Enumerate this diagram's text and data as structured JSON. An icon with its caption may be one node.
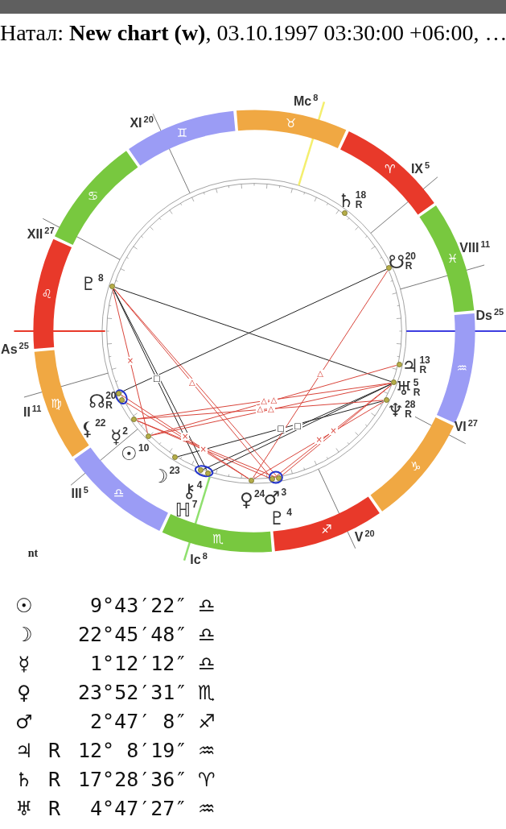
{
  "diagram": {
    "title": "Натал: **New chart (w)**, 03.10.1997 03:30:00 +06:00, …",
    "nodes": [
      {
        "text": [
          "♈"
        ]
      },
      {
        "text": [
          "♉"
        ]
      },
      {
        "text": [
          "♊"
        ]
      },
      {
        "text": [
          "♋"
        ]
      },
      {
        "text": [
          "♌"
        ]
      },
      {
        "text": [
          "♍"
        ]
      },
      {
        "text": [
          "♎"
        ]
      },
      {
        "text": [
          "♏"
        ]
      },
      {
        "text": [
          "♐"
        ]
      },
      {
        "text": [
          "♑"
        ]
      },
      {
        "text": [
          "♒"
        ]
      },
      {
        "text": [
          "♓"
        ]
      },
      {
        "text": [],
        "shape": "circle",
        "beside": [
          "♄",
          "18",
          "R"
        ]
      },
      {
        "text": [],
        "shape": "circle",
        "beside": [
          "☋",
          "20",
          "R"
        ]
      },
      {
        "text": [],
        "shape": "circle",
        "beside": [
          "♇",
          "8"
        ]
      },
      {
        "text": [],
        "shape": "circle",
        "beside": [
          "♃",
          "13",
          "R"
        ]
      },
      {
        "text": [],
        "shape": "circle",
        "beside": [
          "♅",
          "5",
          "R"
        ]
      },
      {
        "text": [],
        "shape": "circle",
        "beside": [
          "♆",
          "28",
          "R"
        ]
      },
      {
        "text": [],
        "shape": "circle",
        "beside": [
          "☊",
          "20",
          "R"
        ]
      },
      {
        "text": [],
        "shape": "circle",
        "beside": [
          "⚸",
          "22"
        ]
      },
      {
        "text": [],
        "shape": "circle",
        "beside": [
          "☿",
          "2"
        ]
      },
      {
        "text": [],
        "shape": "circle",
        "beside": [
          "☉",
          "10"
        ]
      },
      {
        "text": [],
        "shape": "circle",
        "beside": [
          "☽",
          "23"
        ]
      },
      {
        "text": [],
        "shape": "circle",
        "beside": [
          "⚷",
          "4"
        ]
      },
      {
        "text": [],
        "shape": "circle",
        "beside": [
          "ℍ",
          "7"
        ]
      },
      {
        "text": [],
        "shape": "circle",
        "beside": [
          "♀",
          "24"
        ]
      },
      {
        "text": [],
        "shape": "circle",
        "beside": [
          "♂",
          "3"
        ]
      },
      {
        "text": [],
        "shape": "circle",
        "beside": [
          "♇",
          "4"
        ]
      }
    ],
    "edges": [
      {
        "from": 14,
        "to": 16,
        "arrow": "none",
        "color": "#222222"
      },
      {
        "from": 14,
        "to": 23,
        "arrow": "none",
        "label": "□",
        "color": "#222222"
      },
      {
        "from": 14,
        "to": 24,
        "arrow": "none",
        "color": "#222222"
      },
      {
        "from": 18,
        "to": 13,
        "arrow": "none",
        "color": "#222222"
      },
      {
        "from": 22,
        "to": 17,
        "arrow": "none",
        "label": "□",
        "color": "#222222"
      },
      {
        "from": 23,
        "to": 16,
        "arrow": "none",
        "label": "□",
        "color": "#222222"
      },
      {
        "from": 24,
        "to": 16,
        "arrow": "none",
        "color": "#222222"
      },
      {
        "from": 14,
        "to": 21,
        "arrow": "none",
        "label": "×"
      },
      {
        "from": 14,
        "to": 26,
        "arrow": "none",
        "label": "△"
      },
      {
        "from": 14,
        "to": 27,
        "arrow": "none"
      },
      {
        "from": 13,
        "to": 25,
        "arrow": "none",
        "label": "△"
      },
      {
        "from": 18,
        "to": 25,
        "arrow": "none",
        "label": "×"
      },
      {
        "from": 19,
        "to": 25,
        "arrow": "none"
      },
      {
        "from": 20,
        "to": 26,
        "arrow": "none",
        "label": "×"
      },
      {
        "from": 20,
        "to": 27,
        "arrow": "none"
      },
      {
        "from": 20,
        "to": 16,
        "arrow": "none",
        "label": "△"
      },
      {
        "from": 20,
        "to": 17,
        "arrow": "none",
        "label": "△"
      },
      {
        "from": 21,
        "to": 15,
        "arrow": "none",
        "label": "△"
      },
      {
        "from": 21,
        "to": 16,
        "arrow": "none",
        "label": "△"
      },
      {
        "from": 16,
        "to": 26,
        "arrow": "none",
        "label": "×"
      },
      {
        "from": 16,
        "to": 27,
        "arrow": "none"
      },
      {
        "from": 17,
        "to": 25,
        "arrow": "none",
        "label": "×"
      }
    ],
    "labels": [
      "Mc$^{8}$",
      "XI$^{20}$",
      "IX$^{5}$",
      "XII$^{27}$",
      "VIII$^{11}$",
      "Ds$^{25}$",
      "As$^{25}$",
      "II$^{11}$",
      "VI$^{27}$",
      "III$^{5}$",
      "V$^{20}$",
      "nt",
      "Ic$^{8}$",
      "☉",
      "9°43′22″",
      "♎",
      "☽",
      "22°45′48″",
      "♎",
      "☿",
      "1°12′12″",
      "♎",
      "♀",
      "23°52′31″",
      "♏",
      "♂",
      "2°47′ 8″",
      "♐",
      "♃",
      "R",
      "12° 8′19″",
      "♒",
      "♄",
      "R",
      "17°28′36″",
      "♈",
      "♅",
      "R",
      "4°47′27″",
      "♒"
    ]
  }
}
